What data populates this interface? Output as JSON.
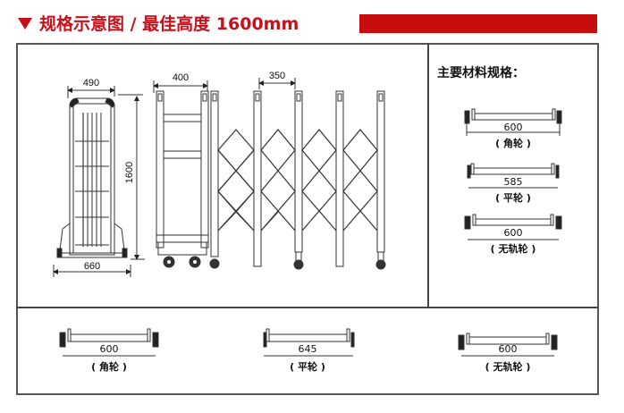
{
  "header": {
    "title": "规格示意图 / 最佳高度 1600mm",
    "marker_icon": "triangle-down-icon",
    "accent_color": "#c8101a"
  },
  "diagram": {
    "side_view": {
      "top_width": "490",
      "height": "1600",
      "base_width": "660"
    },
    "gate_view": {
      "first_panel_width": "400",
      "pitch": "350"
    }
  },
  "specs": {
    "title": "主要材料规格：",
    "items": [
      {
        "size": "600",
        "label": "( 角轮 )"
      },
      {
        "size": "585",
        "label": "( 平轮 )"
      },
      {
        "size": "600",
        "label": "( 无轨轮 )"
      }
    ]
  },
  "bottom": {
    "items": [
      {
        "size": "600",
        "label": "( 角轮 )"
      },
      {
        "size": "645",
        "label": "( 平轮 )"
      },
      {
        "size": "600",
        "label": "( 无轨轮 )"
      }
    ]
  }
}
